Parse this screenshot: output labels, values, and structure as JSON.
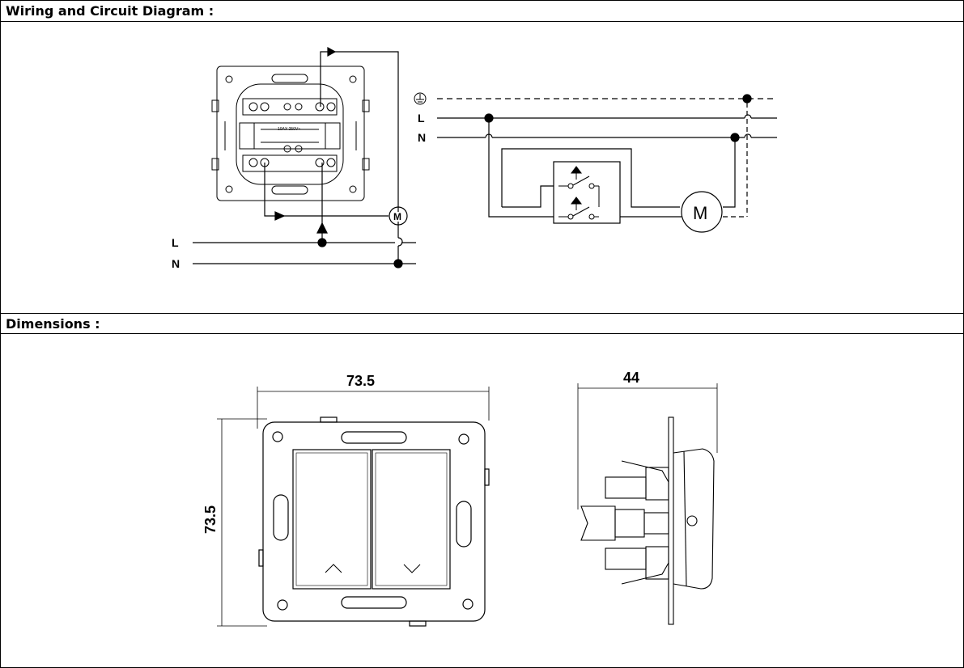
{
  "sections": {
    "wiring_title": "Wiring and Circuit Diagram :",
    "dimensions_title": "Dimensions :"
  },
  "wiring": {
    "left_line_l": "L",
    "left_line_n": "N",
    "motor_small": "M",
    "rating_text": "10AX 250V~",
    "right_line_l": "L",
    "right_line_n": "N",
    "motor_large": "M"
  },
  "dimensions": {
    "front_width": "73.5",
    "front_height": "73.5",
    "side_depth": "44"
  }
}
